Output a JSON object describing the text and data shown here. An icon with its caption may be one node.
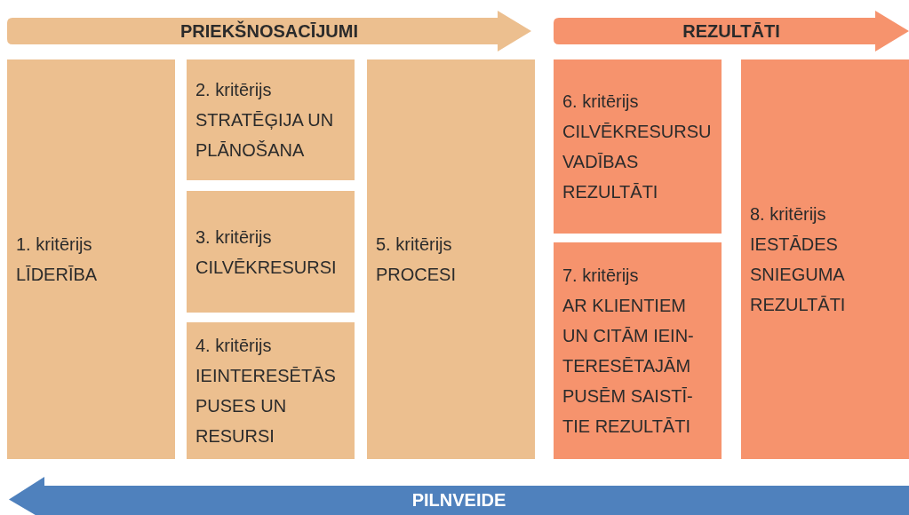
{
  "diagram": {
    "nodes": [
      {
        "text": [
          "PRIEKŠNOSACĪJUMI"
        ]
      },
      {
        "text": [
          "REZULTĀTI"
        ]
      },
      {
        "text": [
          "1. kritērijs",
          "LĪDERĪBA"
        ]
      },
      {
        "text": [
          "2. kritērijs",
          "STRATĒĢIJA UN PLĀNOŠANA"
        ]
      },
      {
        "text": [
          "3. kritērijs",
          "CILVĒKRESURSI"
        ]
      },
      {
        "text": [
          "4. kritērijs",
          "IEINTERESĒTĀS PUSES UN RESURSI"
        ]
      },
      {
        "text": [
          "5. kritērijs",
          "PROCESI"
        ]
      },
      {
        "text": [
          "6. kritērijs",
          "CILVĒKRESURSU VADĪBAS REZULTĀTI"
        ]
      },
      {
        "text": [
          "7. kritērijs",
          "AR KLIENTIEM UN CITĀM IEIN- TERESĒTAJĀM PUSĒM SAISTĪ- TIE REZULTĀTI"
        ]
      },
      {
        "text": [
          "8. kritērijs",
          "IESTĀDES SNIEGUMA REZULTĀTI"
        ]
      },
      {
        "text": [
          "PILNVEIDE"
        ]
      }
    ]
  }
}
